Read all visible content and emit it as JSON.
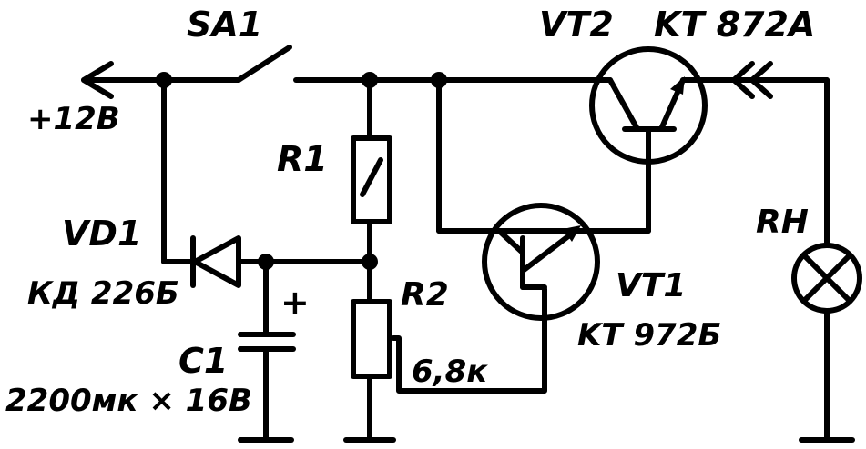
{
  "labels": {
    "sa1": "SA1",
    "vt2": "VT2",
    "vt2_type": "KT 872A",
    "plus12": "+12B",
    "r1": "R1",
    "vd1": "VD1",
    "vd1_type": "КД 226Б",
    "r2": "R2",
    "r2_value": "6,8к",
    "plus": "+",
    "c1": "C1",
    "c1_value": "2200мк × 16B",
    "vt1": "VT1",
    "vt1_type": "KT 972Б",
    "rh": "RН"
  }
}
